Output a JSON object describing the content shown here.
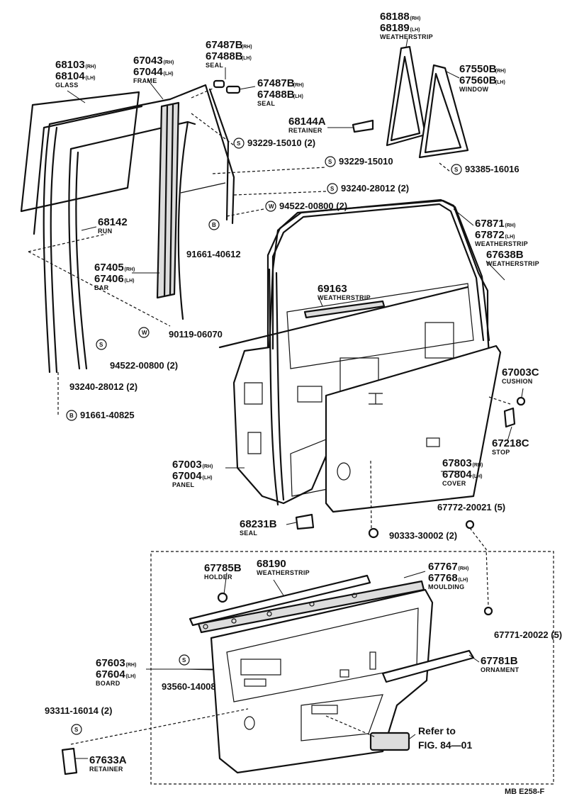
{
  "labels": [
    {
      "id": "glass",
      "lines": [
        {
          "pn": "68103",
          "side": "(RH)"
        },
        {
          "pn": "68104",
          "side": "(LH)"
        }
      ],
      "desc": "GLASS"
    },
    {
      "id": "frame",
      "lines": [
        {
          "pn": "67043",
          "side": "(RH)"
        },
        {
          "pn": "67044",
          "side": "(LH)"
        }
      ],
      "desc": "FRAME"
    },
    {
      "id": "seal1",
      "lines": [
        {
          "pn": "67487B",
          "side": "(RH)"
        },
        {
          "pn": "67488B",
          "side": "(LH)"
        }
      ],
      "desc": "SEAL"
    },
    {
      "id": "seal2",
      "lines": [
        {
          "pn": "67487B",
          "side": "(RH)"
        },
        {
          "pn": "67488B",
          "side": "(LH)"
        }
      ],
      "desc": "SEAL"
    },
    {
      "id": "ws_top",
      "lines": [
        {
          "pn": "68188",
          "side": "(RH)"
        },
        {
          "pn": "68189",
          "side": "(LH)"
        }
      ],
      "desc": "WEATHERSTRIP"
    },
    {
      "id": "window",
      "lines": [
        {
          "pn": "67550B",
          "side": "(RH)"
        },
        {
          "pn": "67560B",
          "side": "(LH)"
        }
      ],
      "desc": "WINDOW"
    },
    {
      "id": "retainer",
      "lines": [
        {
          "pn": "68144A",
          "side": ""
        }
      ],
      "desc": "RETAINER"
    },
    {
      "id": "run",
      "lines": [
        {
          "pn": "68142",
          "side": ""
        }
      ],
      "desc": "RUN"
    },
    {
      "id": "bar",
      "lines": [
        {
          "pn": "67405",
          "side": "(RH)"
        },
        {
          "pn": "67406",
          "side": "(LH)"
        }
      ],
      "desc": "BAR"
    },
    {
      "id": "ws_door",
      "lines": [
        {
          "pn": "67871",
          "side": "(RH)"
        },
        {
          "pn": "67872",
          "side": "(LH)"
        }
      ],
      "desc": "WEATHERSTRIP"
    },
    {
      "id": "ws_b",
      "lines": [
        {
          "pn": "67638B",
          "side": ""
        }
      ],
      "desc": "WEATHERSTRIP"
    },
    {
      "id": "ws_belt",
      "lines": [
        {
          "pn": "69163",
          "side": ""
        }
      ],
      "desc": "WEATHERSTRIP"
    },
    {
      "id": "cushion",
      "lines": [
        {
          "pn": "67003C",
          "side": ""
        }
      ],
      "desc": "CUSHION"
    },
    {
      "id": "stop",
      "lines": [
        {
          "pn": "67218C",
          "side": ""
        }
      ],
      "desc": "STOP"
    },
    {
      "id": "panel",
      "lines": [
        {
          "pn": "67003",
          "side": "(RH)"
        },
        {
          "pn": "67004",
          "side": "(LH)"
        }
      ],
      "desc": "PANEL"
    },
    {
      "id": "cover",
      "lines": [
        {
          "pn": "67803",
          "side": "(RH)"
        },
        {
          "pn": "67804",
          "side": "(LH)"
        }
      ],
      "desc": "COVER"
    },
    {
      "id": "seal3",
      "lines": [
        {
          "pn": "68231B",
          "side": ""
        }
      ],
      "desc": "SEAL"
    },
    {
      "id": "holder",
      "lines": [
        {
          "pn": "67785B",
          "side": ""
        }
      ],
      "desc": "HOLDER"
    },
    {
      "id": "ws_trim",
      "lines": [
        {
          "pn": "68190",
          "side": ""
        }
      ],
      "desc": "WEATHERSTRIP"
    },
    {
      "id": "moulding",
      "lines": [
        {
          "pn": "67767",
          "side": "(RH)"
        },
        {
          "pn": "67768",
          "side": "(LH)"
        }
      ],
      "desc": "MOULDING"
    },
    {
      "id": "board",
      "lines": [
        {
          "pn": "67603",
          "side": "(RH)"
        },
        {
          "pn": "67604",
          "side": "(LH)"
        }
      ],
      "desc": "BOARD"
    },
    {
      "id": "ornament",
      "lines": [
        {
          "pn": "67781B",
          "side": ""
        }
      ],
      "desc": "ORNAMENT"
    },
    {
      "id": "retainer2",
      "lines": [
        {
          "pn": "67633A",
          "side": ""
        }
      ],
      "desc": "RETAINER"
    }
  ],
  "fasteners": [
    {
      "id": "f1",
      "sym": "S",
      "text": "93229-15010 (2)"
    },
    {
      "id": "f2",
      "sym": "S",
      "text": "93229-15010"
    },
    {
      "id": "f3",
      "sym": "S",
      "text": "93385-16016"
    },
    {
      "id": "f4",
      "sym": "S",
      "text": "93240-28012 (2)"
    },
    {
      "id": "f5",
      "sym": "W",
      "text": "94522-00800 (2)"
    },
    {
      "id": "f6",
      "sym": "B",
      "text": ""
    },
    {
      "id": "f7",
      "sym": "",
      "text": "91661-40612"
    },
    {
      "id": "f8",
      "sym": "",
      "text": "90119-06070"
    },
    {
      "id": "f9",
      "sym": "S",
      "text": ""
    },
    {
      "id": "f10",
      "sym": "W",
      "text": ""
    },
    {
      "id": "f11",
      "sym": "",
      "text": "94522-00800 (2)"
    },
    {
      "id": "f12",
      "sym": "",
      "text": "93240-28012 (2)"
    },
    {
      "id": "f13",
      "sym": "B",
      "text": "91661-40825"
    },
    {
      "id": "f14",
      "sym": "",
      "text": "67772-20021 (5)"
    },
    {
      "id": "f15",
      "sym": "",
      "text": "90333-30002 (2)"
    },
    {
      "id": "f16",
      "sym": "",
      "text": "67771-20022 (5)"
    },
    {
      "id": "f17",
      "sym": "S",
      "text": "93560-14008"
    },
    {
      "id": "f18",
      "sym": "",
      "text": "93311-16014 (2)"
    },
    {
      "id": "f19",
      "sym": "S",
      "text": ""
    }
  ],
  "reference": {
    "line1": "Refer to",
    "line2": "FIG. 84—01"
  },
  "code": "MB E258-F"
}
